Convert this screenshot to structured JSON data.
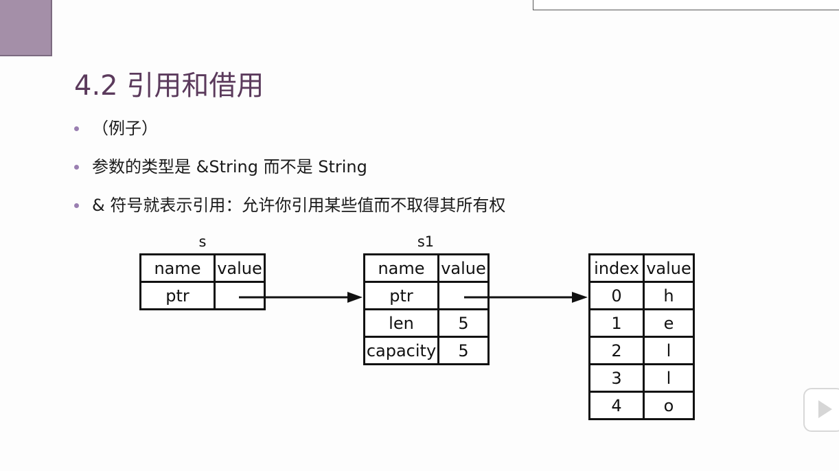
{
  "slide": {
    "title": "4.2 引用和借用",
    "bullets": [
      "（例子）",
      "参数的类型是 &String 而不是 String",
      "& 符号就表示引用：允许你引用某些值而不取得其所有权"
    ]
  },
  "diagram": {
    "s": {
      "label": "s",
      "headers": [
        "name",
        "value"
      ],
      "rows": [
        [
          "ptr",
          ""
        ]
      ]
    },
    "s1": {
      "label": "s1",
      "headers": [
        "name",
        "value"
      ],
      "rows": [
        [
          "ptr",
          ""
        ],
        [
          "len",
          "5"
        ],
        [
          "capacity",
          "5"
        ]
      ]
    },
    "heap": {
      "headers": [
        "index",
        "value"
      ],
      "rows": [
        [
          "0",
          "h"
        ],
        [
          "1",
          "e"
        ],
        [
          "2",
          "l"
        ],
        [
          "3",
          "l"
        ],
        [
          "4",
          "o"
        ]
      ]
    }
  },
  "colors": {
    "title": "#5b3a5c",
    "bullet": "#9a7fb1",
    "corner_block": "#a48fa8"
  }
}
